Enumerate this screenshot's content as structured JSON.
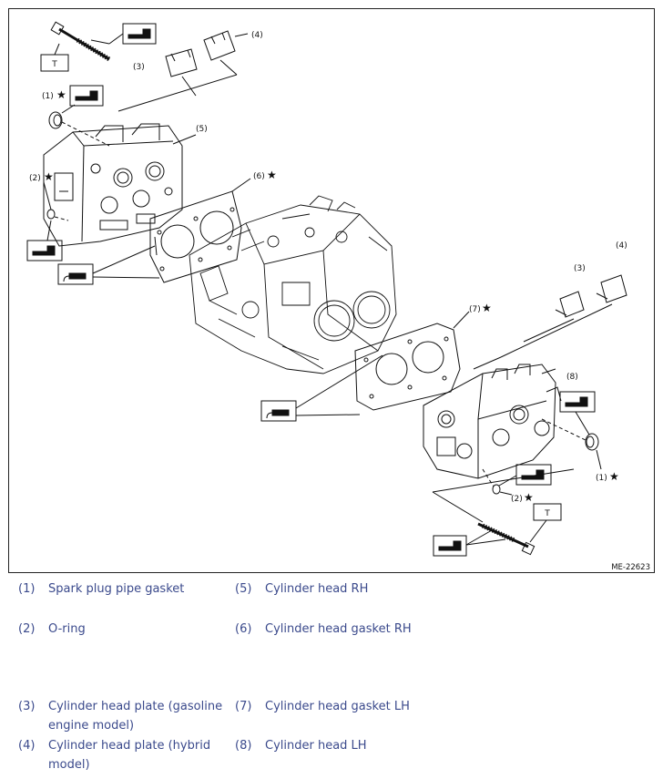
{
  "figure": {
    "code": "ME-22623",
    "tool_tag": "T",
    "star": "★",
    "callouts": {
      "c1a": "(1)",
      "c2a": "(2)",
      "c3a": "(3)",
      "c4a": "(4)",
      "c5": "(5)",
      "c6": "(6)",
      "c7": "(7)",
      "c8": "(8)",
      "c3b": "(3)",
      "c4b": "(4)",
      "c1b": "(1)",
      "c2b": "(2)"
    }
  },
  "legend": [
    {
      "num": "(1)",
      "label": "Spark plug pipe gasket"
    },
    {
      "num": "(5)",
      "label": "Cylinder head RH"
    },
    {
      "num": "(2)",
      "label": "O-ring"
    },
    {
      "num": "(6)",
      "label": "Cylinder head gasket RH"
    },
    {
      "num": "(3)",
      "label": "Cylinder head plate (gasoline engine model)"
    },
    {
      "num": "(7)",
      "label": "Cylinder head gasket LH"
    },
    {
      "num": "(4)",
      "label": "Cylinder head plate (hybrid model)"
    },
    {
      "num": "(8)",
      "label": "Cylinder head LH"
    }
  ]
}
